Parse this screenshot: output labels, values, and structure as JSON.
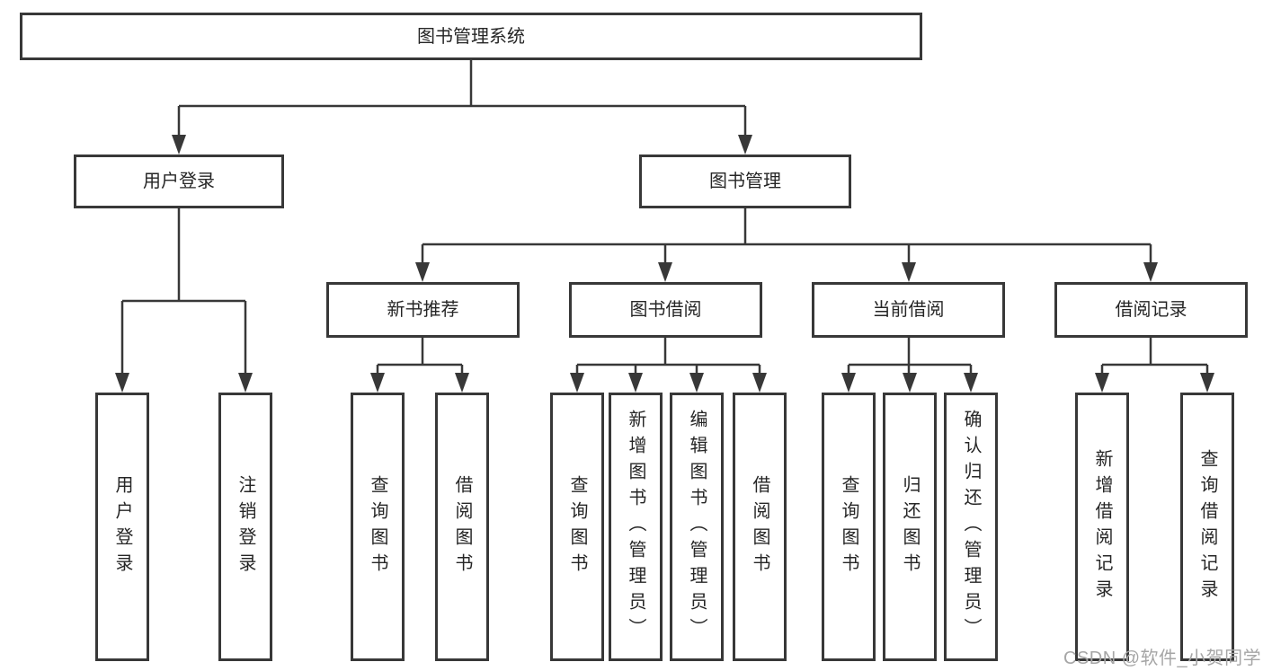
{
  "colors": {
    "line": "#383838",
    "text": "#262626",
    "watermark_text": "#a6a6a6",
    "background": "#ffffff"
  },
  "tree": {
    "root": {
      "label": "图书管理系统",
      "children": [
        {
          "label": "用户登录",
          "children": [
            {
              "label": "用户登录"
            },
            {
              "label": "注销登录"
            }
          ]
        },
        {
          "label": "图书管理",
          "children": [
            {
              "label": "新书推荐",
              "children": [
                {
                  "label": "查询图书"
                },
                {
                  "label": "借阅图书"
                }
              ]
            },
            {
              "label": "图书借阅",
              "children": [
                {
                  "label": "查询图书"
                },
                {
                  "label": "新增图书（管理员）"
                },
                {
                  "label": "编辑图书（管理员）"
                },
                {
                  "label": "借阅图书"
                }
              ]
            },
            {
              "label": "当前借阅",
              "children": [
                {
                  "label": "查询图书"
                },
                {
                  "label": "归还图书"
                },
                {
                  "label": "确认归还（管理员）"
                }
              ]
            },
            {
              "label": "借阅记录",
              "children": [
                {
                  "label": "新增借阅记录"
                },
                {
                  "label": "查询借阅记录"
                }
              ]
            }
          ]
        }
      ]
    }
  },
  "watermark": {
    "text": "CSDN @软件_小贺同学"
  }
}
